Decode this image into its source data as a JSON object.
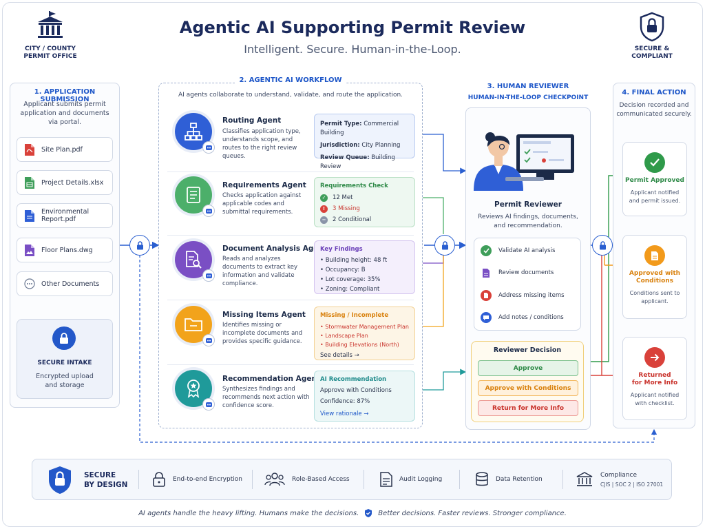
{
  "header": {
    "title": "Agentic AI Supporting Permit Review",
    "subtitle": "Intelligent. Secure. Human-in-the-Loop.",
    "left_label_1": "CITY / COUNTY",
    "left_label_2": "PERMIT OFFICE",
    "right_label_1": "SECURE &",
    "right_label_2": "COMPLIANT"
  },
  "submission": {
    "title": "1. APPLICATION SUBMISSION",
    "desc_1": "Applicant submits permit",
    "desc_2": "application and documents",
    "desc_3": "via portal.",
    "docs": [
      "Site Plan.pdf",
      "Project Details.xlsx",
      "Environmental Report.pdf",
      "Floor Plans.dwg",
      "Other Documents"
    ],
    "secure_title": "SECURE INTAKE",
    "secure_desc_1": "Encrypted upload",
    "secure_desc_2": "and storage"
  },
  "workflow": {
    "title": "2. AGENTIC AI WORKFLOW",
    "intro": "AI agents collaborate to understand, validate, and route the application.",
    "agents": [
      {
        "name": "Routing Agent",
        "desc": "Classifies application type, understands scope, and routes to the right review queues."
      },
      {
        "name": "Requirements Agent",
        "desc": "Checks application against applicable codes and submittal requirements."
      },
      {
        "name": "Document Analysis Agent",
        "desc": "Reads and analyzes documents to extract key information and validate compliance."
      },
      {
        "name": "Missing Items Agent",
        "desc": "Identifies missing or incomplete documents and provides specific guidance."
      },
      {
        "name": "Recommendation Agent",
        "desc": "Synthesizes findings and recommends next action with confidence score."
      }
    ],
    "routing_box": {
      "l1": "Permit Type:",
      "v1": "Commercial Building",
      "l2": "Jurisdiction:",
      "v2": "City Planning",
      "l3": "Review Queue:",
      "v3": "Building Review"
    },
    "requirements_box": {
      "title": "Requirements Check",
      "met": "12 Met",
      "missing": "3 Missing",
      "conditional": "2 Conditional"
    },
    "findings_box": {
      "title": "Key Findings",
      "items": [
        "Building height: 48 ft",
        "Occupancy: B",
        "Lot coverage: 35%",
        "Zoning: Compliant"
      ]
    },
    "missing_box": {
      "title": "Missing / Incomplete",
      "items": [
        "Stormwater Management Plan",
        "Landscape Plan",
        "Building Elevations (North)"
      ],
      "link": "See details →"
    },
    "recommendation_box": {
      "title": "AI Recommendation",
      "line1": "Approve with Conditions",
      "line2": "Confidence: 87%",
      "link": "View rationale →"
    }
  },
  "reviewer": {
    "title": "3. HUMAN REVIEWER",
    "subtitle": "HUMAN-IN-THE-LOOP CHECKPOINT",
    "name": "Permit Reviewer",
    "desc_1": "Reviews AI findings, documents,",
    "desc_2": "and recommendation.",
    "tasks": [
      "Validate AI analysis",
      "Review documents",
      "Address missing items",
      "Add notes / conditions"
    ],
    "decision_title": "Reviewer Decision",
    "decisions": [
      "Approve",
      "Approve with Conditions",
      "Return for More Info"
    ]
  },
  "final": {
    "title": "4. FINAL ACTION",
    "desc_1": "Decision recorded and",
    "desc_2": "communicated securely.",
    "cards": [
      {
        "title_1": "Permit Approved",
        "title_2": "",
        "desc_1": "Applicant notified",
        "desc_2": "and permit issued."
      },
      {
        "title_1": "Approved with",
        "title_2": "Conditions",
        "desc_1": "Conditions sent to",
        "desc_2": "applicant."
      },
      {
        "title_1": "Returned",
        "title_2": "for More Info",
        "desc_1": "Applicant notified",
        "desc_2": "with checklist."
      }
    ]
  },
  "footer": {
    "secure_1": "SECURE",
    "secure_2": "BY DESIGN",
    "items": [
      "End-to-end Encryption",
      "Role-Based Access",
      "Audit Logging",
      "Data Retention"
    ],
    "compliance_title": "Compliance",
    "compliance_sub": "CJIS | SOC 2 | ISO 27001",
    "tagline_1": "AI agents handle the heavy lifting. Humans make the decisions.",
    "tagline_2": "Better decisions. Faster reviews. Stronger compliance."
  },
  "colors": {
    "primary": "#1d56c8",
    "routing": "#2f5fd6",
    "requirements": "#4caf6a",
    "analysis": "#7a4fc4",
    "missing": "#f2a31b",
    "recommendation": "#1f9a9a",
    "approve": "#2f9a4a",
    "conditions": "#f29a1b",
    "returned": "#d9413a"
  }
}
